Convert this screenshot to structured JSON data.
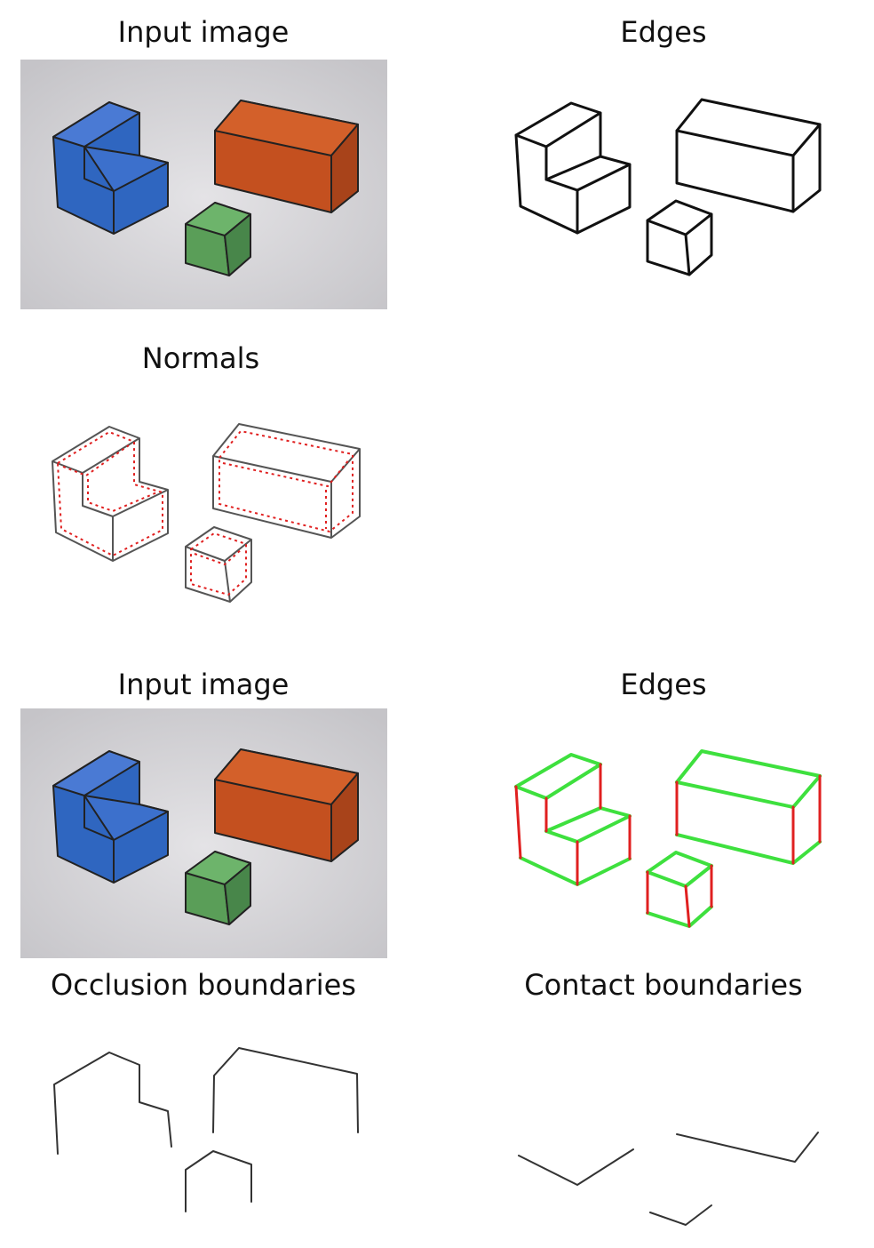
{
  "panels": {
    "input_top": {
      "title": "Input image"
    },
    "edges_top": {
      "title": "Edges"
    },
    "normals": {
      "title": "Normals"
    },
    "input_bottom": {
      "title": "Input image"
    },
    "edges_bottom": {
      "title": "Edges"
    },
    "occlusion": {
      "title": "Occlusion boundaries"
    },
    "contact": {
      "title": "Contact boundaries"
    }
  },
  "colors": {
    "blue_block": "#2a5fb8",
    "orange_block": "#c94e22",
    "green_block": "#4f9a4f",
    "background": "#d3d3d3",
    "normal_marks": "#e02020",
    "edge_green": "#3ee03e",
    "edge_red": "#e02020"
  }
}
